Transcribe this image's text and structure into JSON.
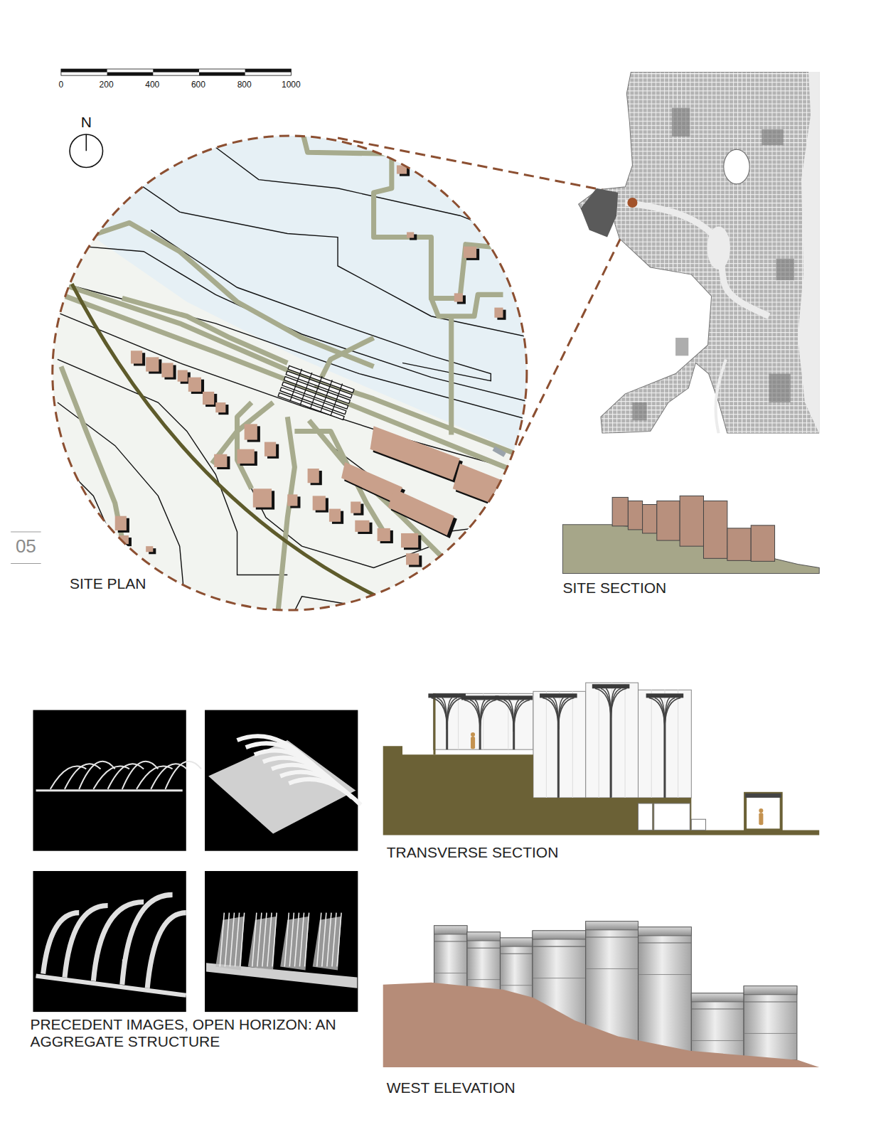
{
  "diagram": {
    "labels": [
      "0",
      "200",
      "400",
      "600",
      "800",
      "1000",
      "N",
      "SITE PLAN",
      "05",
      "SITE SECTION",
      "TRANSVERSE SECTION",
      "PRECEDENT IMAGES, OPEN HORIZON: AN AGGREGATE STRUCTURE",
      "WEST ELEVATION"
    ]
  }
}
